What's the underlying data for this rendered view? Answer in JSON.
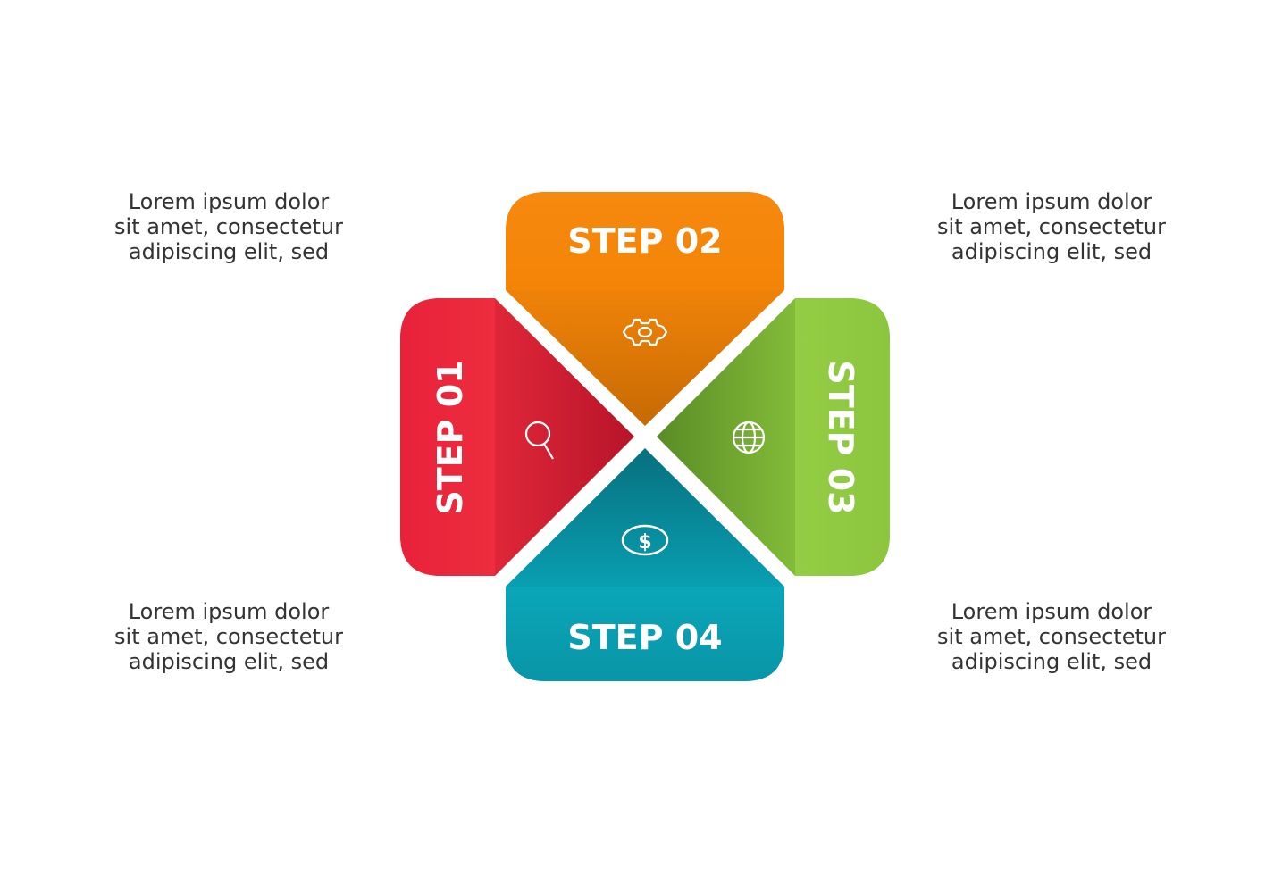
{
  "steps": [
    {
      "id": "step-01",
      "label": "STEP 01",
      "icon": "magnifier-icon",
      "color": "#e8213a",
      "description": [
        "Lorem ipsum dolor",
        "sit amet, consectetur",
        "adipiscing elit, sed"
      ]
    },
    {
      "id": "step-02",
      "label": "STEP 02",
      "icon": "gear-icon",
      "color": "#f4860c",
      "description": [
        "Lorem ipsum dolor",
        "sit amet, consectetur",
        "adipiscing elit, sed"
      ]
    },
    {
      "id": "step-03",
      "label": "STEP 03",
      "icon": "globe-icon",
      "color": "#8cc63f",
      "description": [
        "Lorem ipsum dolor",
        "sit amet, consectetur",
        "adipiscing elit, sed"
      ]
    },
    {
      "id": "step-04",
      "label": "STEP 04",
      "icon": "dollar-coin-icon",
      "color": "#0a9bb0",
      "description": [
        "Lorem ipsum dolor",
        "sit amet, consectetur",
        "adipiscing elit, sed"
      ]
    }
  ]
}
